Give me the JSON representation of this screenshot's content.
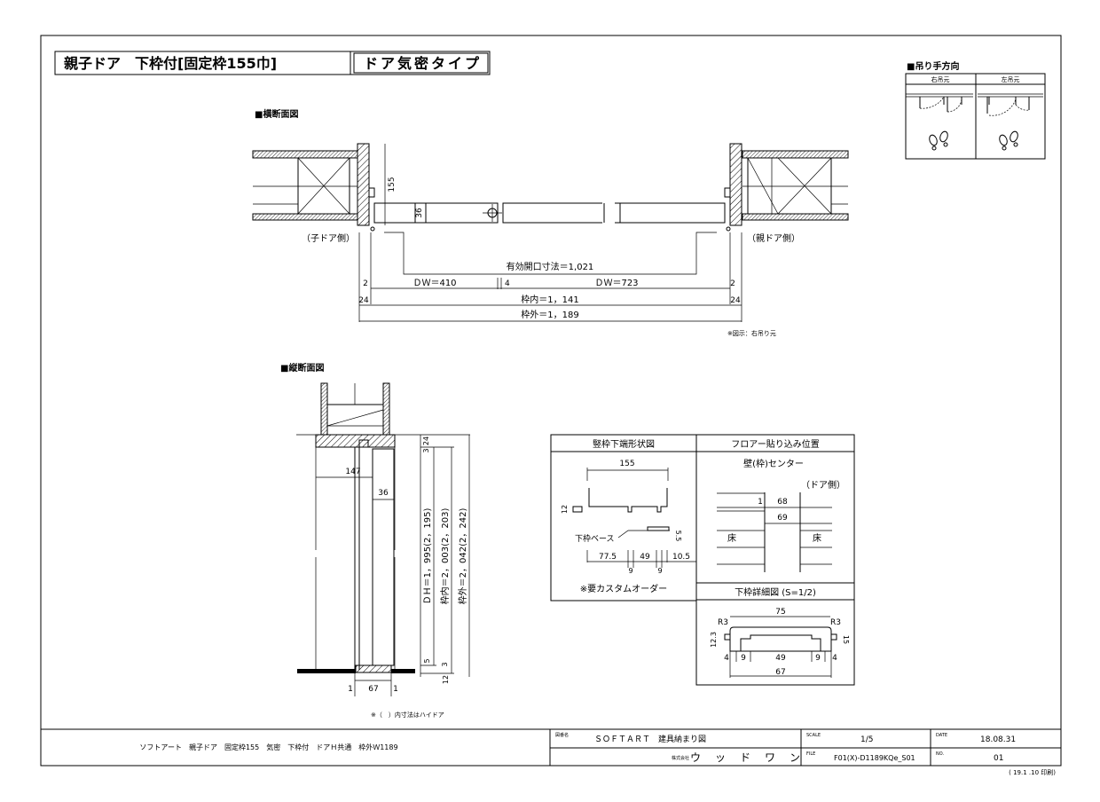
{
  "title_block": {
    "title_main": "親子ドア　下枠付[固定枠155巾]",
    "title_type": "ドア気密タイプ"
  },
  "hanging_direction": {
    "heading": "■吊り手方向",
    "right_label": "右吊元",
    "left_label": "左吊元"
  },
  "plan_section": {
    "heading": "■横断面図",
    "dim_155": "155",
    "dim_36": "36",
    "child_side": "（子ドア側）",
    "parent_side": "（親ドア側）",
    "effective_opening": "有効開口寸法＝1,021",
    "dw_child": "ＤＷ＝410",
    "gap_4": "4",
    "dw_parent": "ＤＷ＝723",
    "dim_2_left": "2",
    "dim_2_right": "2",
    "dim_24_left": "24",
    "dim_24_right": "24",
    "frame_inner": "枠内＝1，141",
    "frame_outer": "枠外＝1，189",
    "note": "※図示：右吊り元"
  },
  "vertical_section": {
    "heading": "■縦断面図",
    "dim_147": "147",
    "dim_36": "36",
    "dim_24": "24",
    "dim_3": "3",
    "dim_5": "5",
    "dim_3b": "3",
    "dim_12": "12",
    "dh": "ＤＨ＝1，995(2，195)",
    "frame_inner": "枠内＝2，003(2，203)",
    "frame_outer": "枠外＝2，042(2，242)",
    "dim_1_left": "1",
    "dim_67": "67",
    "dim_1_right": "1",
    "note": "※（　）内寸法はハイドア"
  },
  "detail_jamb": {
    "heading": "竪枠下端形状図",
    "dim_155": "155",
    "dim_12": "12",
    "base_label": "下枠ベース",
    "dim_5_5": "5.5",
    "dim_77_5": "77.5",
    "dim_49": "49",
    "dim_10_5": "10.5",
    "dim_9a": "9",
    "dim_9b": "9",
    "note": "※要カスタムオーダー"
  },
  "detail_floor": {
    "heading": "フロアー貼り込み位置",
    "wall_center": "壁(枠)センター",
    "door_side": "（ドア側）",
    "dim_1": "1",
    "dim_68": "68",
    "dim_69": "69",
    "floor_left": "床",
    "floor_right": "床"
  },
  "detail_sill": {
    "heading": "下枠詳細図 (S=1/2)",
    "dim_75": "75",
    "r3_left": "R3",
    "r3_right": "R3",
    "dim_12_3": "12.3",
    "dim_15": "15",
    "dim_4_left": "4",
    "dim_9_left": "9",
    "dim_49": "49",
    "dim_9_right": "9",
    "dim_4_right": "4",
    "dim_67": "67"
  },
  "footer": {
    "description": "ソフトアート　親子ドア　固定枠155　気密　下枠付　ドアＨ共通　枠外Ｗ1189",
    "name_label": "図番名",
    "drawing_name": "ＳＯＦＴＡＲＴ　建具納まり図",
    "company_label": "株式会社",
    "company": "ウ　ッ　ド　ワ　ン",
    "scale_label": "SCALE",
    "scale": "1/5",
    "file_label": "FILE",
    "file": "F01(X)-D1189KQe_S01",
    "date_label": "DATE",
    "date": "18.08.31",
    "no_label": "NO.",
    "no": "01",
    "print_note": "( 19.1 .10 印刷)"
  }
}
